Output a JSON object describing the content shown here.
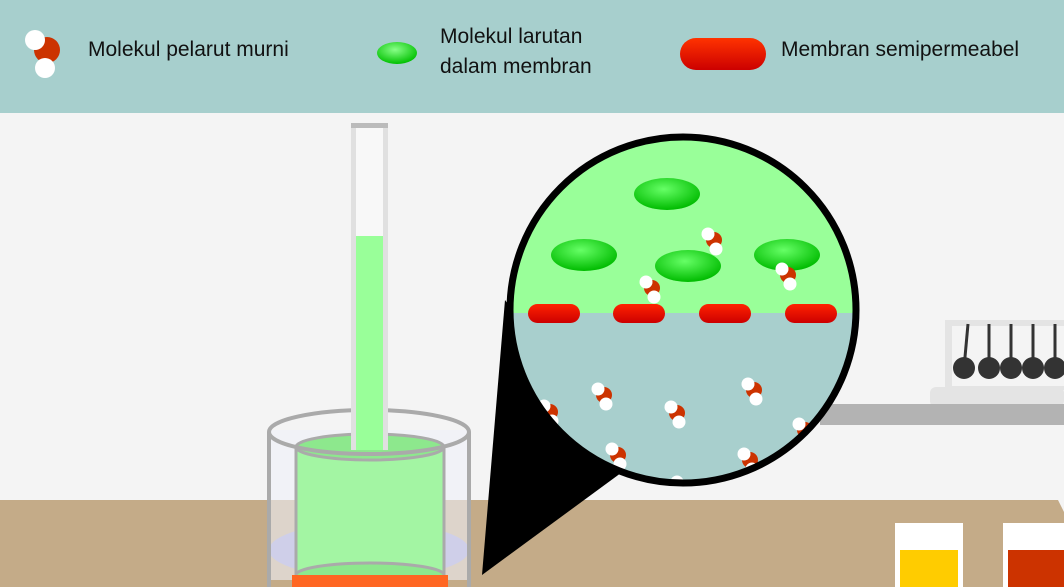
{
  "legend": {
    "solvent_label": "Molekul pelarut murni",
    "solute_label_line1": "Molekul larutan",
    "solute_label_line2": "dalam membran",
    "membrane_label": "Membran semipermeabel"
  },
  "colors": {
    "legend_bg": "#a7cfcd",
    "solution_green": "#99ff99",
    "solvent_blue": "#a8cfcd",
    "membrane_red": "#e60000",
    "oxygen_red": "#cc3300",
    "table_tan": "#c4ab88"
  },
  "tube_fill_fraction": 0.65
}
